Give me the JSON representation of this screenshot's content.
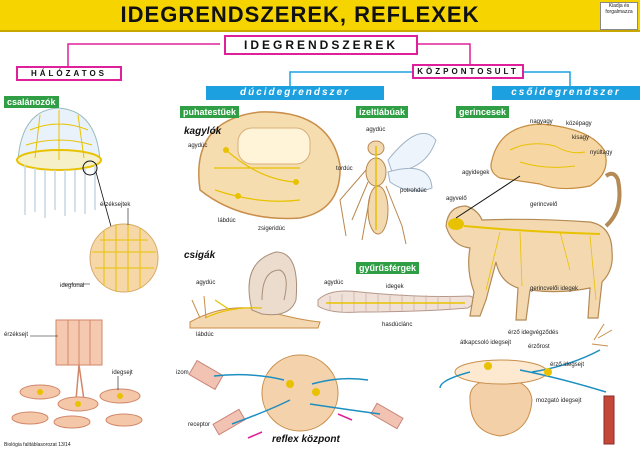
{
  "header": {
    "title": "IDEGRENDSZEREK, REFLEXEK",
    "logo_text": "Kiadja és forgalmazza"
  },
  "top_box": "IDEGRENDSZEREK",
  "left_branch": {
    "label": "HÁLÓZATOS",
    "group": "csalánozók"
  },
  "right_branch": {
    "label": "KÖZPONTOSULT"
  },
  "duci": "dúcidegrendszer",
  "csoi": "csőidegrendszer",
  "groups": {
    "puhatestuek": "puhatestűek",
    "izeltlabuak": "ízeltlábúak",
    "gerincesek": "gerincesek",
    "gyurusfergek": "gyűrűsférgek"
  },
  "subtitles": {
    "kagylok": "kagylók",
    "csigak": "csigák",
    "reflex": "reflex központ"
  },
  "labels": {
    "erzeksejtek": "érzéksejtek",
    "idegfonal": "idegfonal",
    "erzeksejt": "érzéksejt",
    "idegsejt": "idegsejt",
    "agyduc_kagylo": "agydúc",
    "labduc_kagylo": "lábdúc",
    "zsigeriduc": "zsigeridúc",
    "agyduc_csiga": "agydúc",
    "labduc_csiga": "lábdúc",
    "agyduc_rovar": "agydúc",
    "torduc": "tordúc",
    "potrohduc": "potrohdúc",
    "agyduc_fereg": "agydúc",
    "idegek_fereg": "idegek",
    "hasduclanc": "hasdúclánc",
    "nagyagy": "nagyagy",
    "kozepagy": "középagy",
    "kisagy": "kisagy",
    "nyultagy": "nyúltagy",
    "agyidegek": "agyidegek",
    "agyvelo": "agyvelő",
    "gerincvelo": "gerincvelő",
    "gerincveloi_idegek": "gerincvelői idegek",
    "izom": "izom",
    "receptor": "receptor",
    "erzo_idegvegzodes": "érző idegvégződés",
    "atkapcsolo_idegsejt": "átkapcsoló idegsejt",
    "erzorost": "érzőrost",
    "erzo_idegsejt": "érző idegsejt",
    "mozgato_idegsejt": "mozgató idegsejt"
  },
  "footer": "Biológia falitáblasorozat 13/14",
  "colors": {
    "title_yellow": "#f5d400",
    "pink": "#e0209a",
    "blue": "#1ca0e0",
    "green": "#2f9e44",
    "nerve": "#e8c200",
    "skin": "#f3dcb4"
  }
}
